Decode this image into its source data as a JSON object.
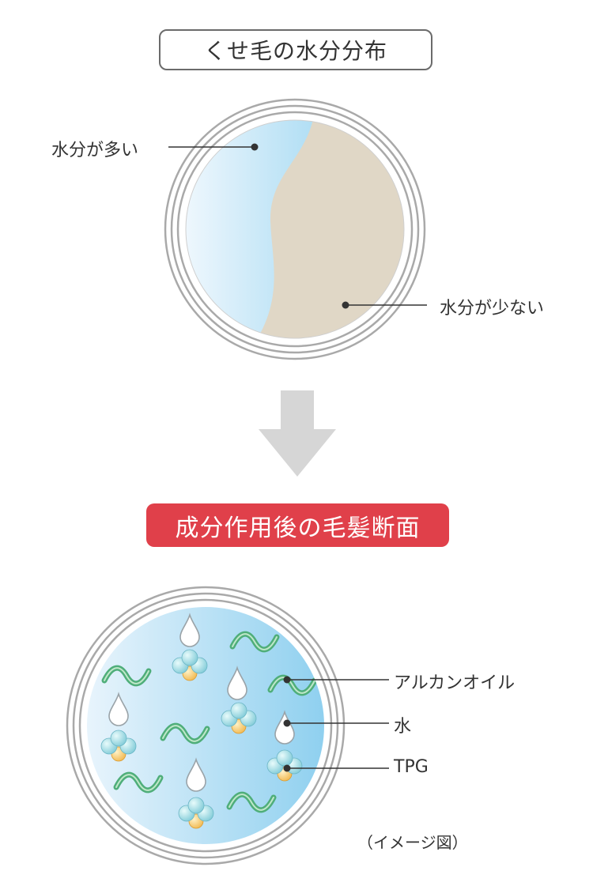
{
  "top_title": "くせ毛の水分分布",
  "top_labels": {
    "much_water": "水分が多い",
    "little_water": "水分が少ない"
  },
  "bottom_title": "成分作用後の毛髪断面",
  "legend": {
    "alkane_oil": "アルカンオイル",
    "water": "水",
    "tpg": "TPG"
  },
  "note": "（イメージ図）",
  "colors": {
    "accent_red": "#e0404a",
    "water_blue": "#86cdee",
    "dry_beige": "#e0d7c6",
    "oil_green": "#4fae7a",
    "tpg_orange": "#f0b64a",
    "ring_gray": "#a9a9a9",
    "arrow_gray": "#d6d6d6"
  }
}
